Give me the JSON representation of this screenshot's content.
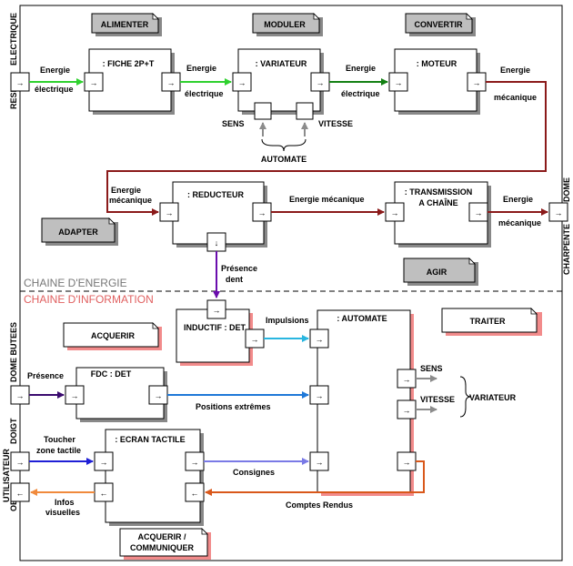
{
  "colors": {
    "energy_green": "#2fd12f",
    "energy_dark_green": "#138013",
    "energy_dark_red": "#8b1a1a",
    "presence_purple": "#6a0dad",
    "presence_dark_purple": "#3a0a6e",
    "impulse_cyan": "#29b6e0",
    "positions_blue": "#1e78d8",
    "toucher_blue": "#1f1fd6",
    "consignes_lavender": "#7a7ae6",
    "comptes_orange": "#d9581b",
    "infos_orange": "#f08a3c",
    "grey_arrow": "#8c8c8c",
    "function_box_grey": "#bfbfbf",
    "function_box_pink": "#f28b8b",
    "chain_energy_text": "#777777",
    "chain_info_text": "#e06060"
  },
  "left_labels": {
    "reseau": "RESEAU",
    "electrique": "ELECTRIQUE",
    "dome_butees": "DOME BUTEES",
    "doigt": "DOIGT",
    "utilisateur": "UTILISATEUR",
    "oeil": "OEIL"
  },
  "right_labels": {
    "charpente": "CHARPENTE",
    "dome": "DOME"
  },
  "chains": {
    "energy": "CHAINE D'ENERGIE",
    "information": "CHAINE D'INFORMATION"
  },
  "function_boxes": {
    "alimenter": "ALIMENTER",
    "moduler": "MODULER",
    "convertir": "CONVERTIR",
    "adapter": "ADAPTER",
    "agir": "AGIR",
    "acquerir": "ACQUERIR",
    "traiter": "TRAITER",
    "acquerir_comm_l1": "ACQUERIR /",
    "acquerir_comm_l2": "COMMUNIQUER"
  },
  "components": {
    "fiche": ": FICHE 2P+T",
    "variateur": ": VARIATEUR",
    "moteur": ": MOTEUR",
    "reducteur": ": REDUCTEUR",
    "transmission_l1": ": TRANSMISSION",
    "transmission_l2": "A CHAÎNE",
    "inductif": "INDUCTIF : DET",
    "automate": ": AUTOMATE",
    "fdc": "FDC : DET",
    "ecran": ": ECRAN TACTILE"
  },
  "flows": {
    "energie": "Energie",
    "electrique": "électrique",
    "mecanique": "mécanique",
    "energie_mecanique_cap": "Energie",
    "mecanique_cap": "mécanique",
    "energie_mecanique_inline": "Energie mécanique",
    "sens": "SENS",
    "vitesse": "VITESSE",
    "automate_lbl": "AUTOMATE",
    "presence_l1": "Présence",
    "presence_l2": "dent",
    "impulsions": "Impulsions",
    "presence": "Présence",
    "positions_extremes": "Positions extrêmes",
    "sens_out": "SENS",
    "vitesse_out": "VITESSE",
    "variateur_out": "VARIATEUR",
    "toucher_l1": "Toucher",
    "toucher_l2": "zone tactile",
    "consignes": "Consignes",
    "infos_l1": "Infos",
    "infos_l2": "visuelles",
    "comptes_rendus": "Comptes Rendus"
  }
}
